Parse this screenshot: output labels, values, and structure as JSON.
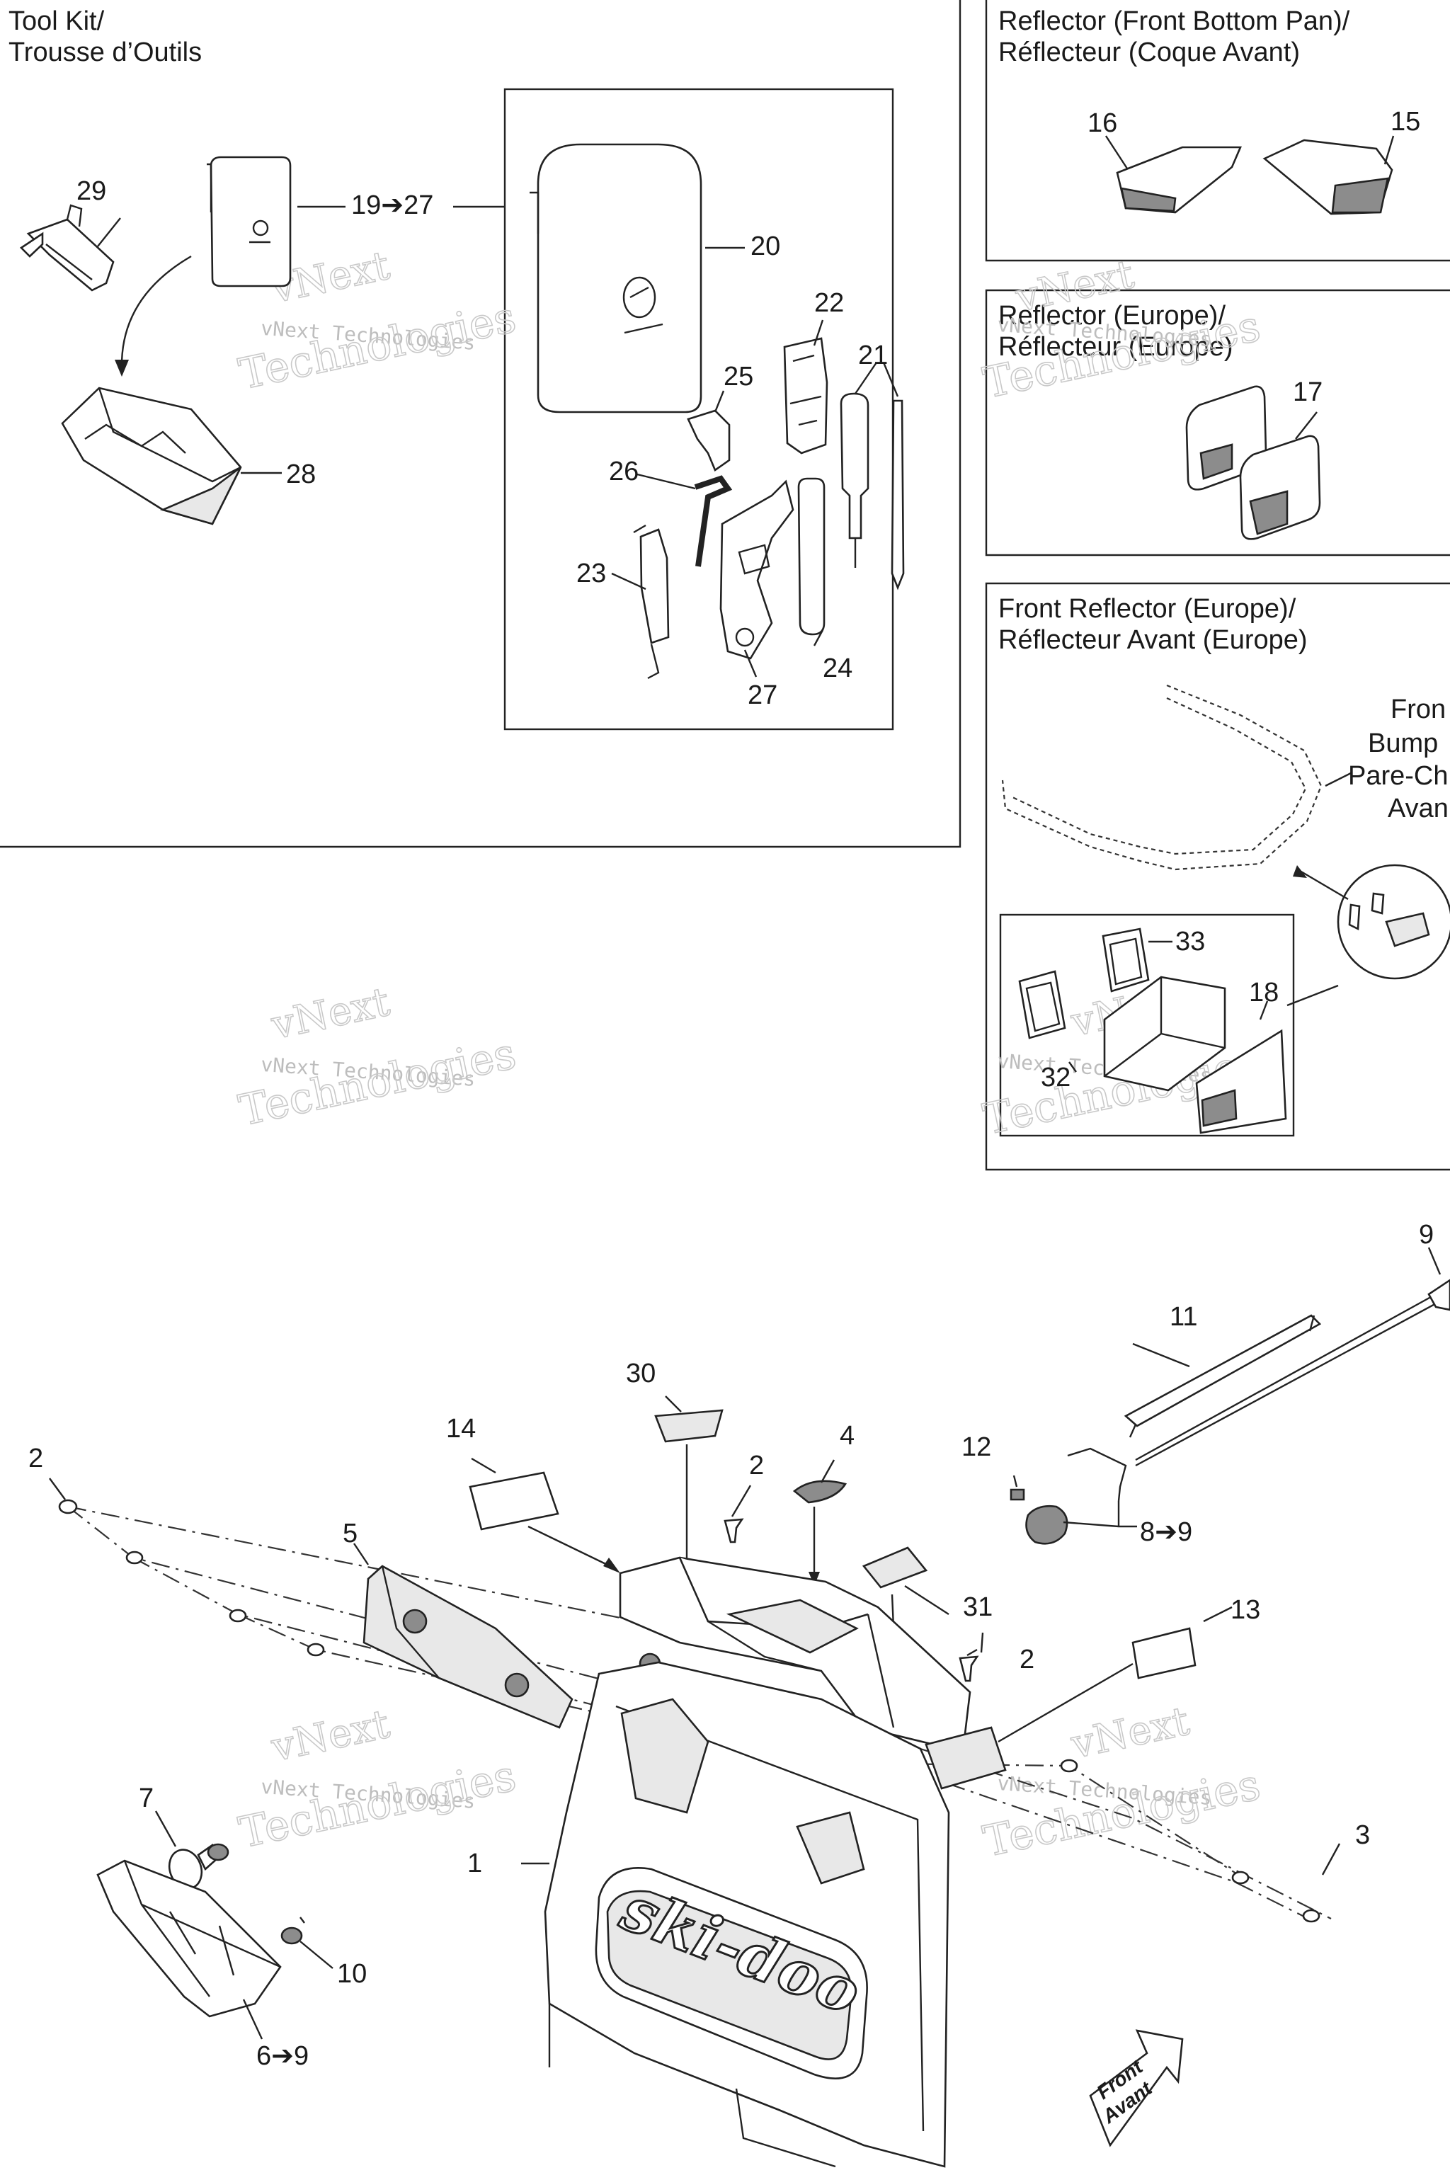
{
  "panels": {
    "tool_kit": {
      "title_line1": "Tool Kit/",
      "title_line2": "Trousse d’Outils"
    },
    "reflector_front_bottom_pan": {
      "title_line1": "Reflector (Front Bottom Pan)/",
      "title_line2": "Réflecteur (Coque Avant)"
    },
    "reflector_europe": {
      "title_line1": "Reflector (Europe)/",
      "title_line2": "Réflecteur (Europe)"
    },
    "front_reflector_europe": {
      "title_line1": "Front Reflector (Europe)/",
      "title_line2": "Réflecteur Avant (Europe)"
    }
  },
  "front_bumper_label": [
    "Fron",
    "Bump",
    "Pare-Ch",
    "Avan"
  ],
  "callouts": {
    "tool_kit": [
      "29",
      "19➔27",
      "20",
      "22",
      "25",
      "21",
      "26",
      "28",
      "23",
      "24",
      "27"
    ],
    "reflector_front_bottom_pan": [
      "16",
      "15"
    ],
    "reflector_europe": [
      "17"
    ],
    "front_reflector_europe": [
      "33",
      "18",
      "32"
    ],
    "main": [
      "9",
      "11",
      "30",
      "14",
      "4",
      "12",
      "2",
      "2",
      "8➔9",
      "5",
      "31",
      "13",
      "2",
      "7",
      "1",
      "3",
      "10",
      "6➔9"
    ]
  },
  "watermark": {
    "line1": "vNext",
    "line2": "vNext Technologies",
    "line3": "Technologies"
  },
  "front_arrow": {
    "line1": "Front",
    "line2": "Avant"
  },
  "brand_logo_text": "ski-doo"
}
